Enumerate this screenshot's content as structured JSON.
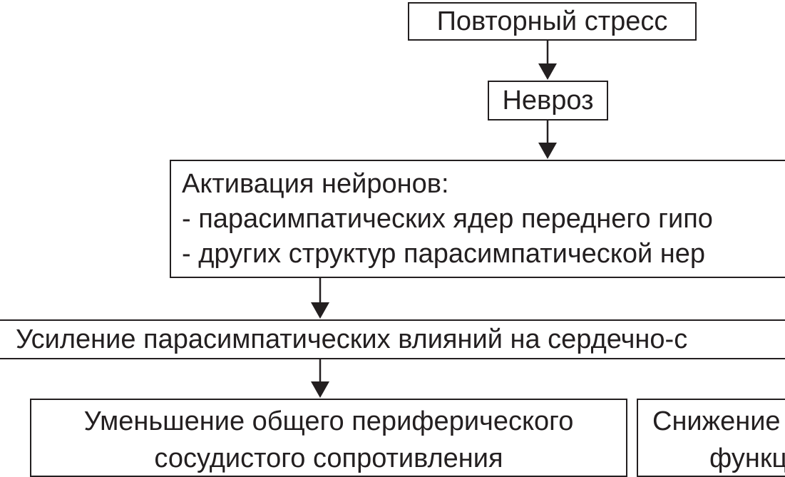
{
  "diagram": {
    "nodes": {
      "stress": {
        "label": "Повторный стресс"
      },
      "neurosis": {
        "label": "Невроз"
      },
      "activation": {
        "lines": [
          "Активация нейронов:",
          "- парасимпатических ядер переднего гипо",
          "- других структур парасимпатической нер"
        ]
      },
      "enhance": {
        "label": "Усиление парасимпатических влияний на сердечно-с"
      },
      "resist": {
        "lines": [
          "Уменьшение общего периферического",
          "сосудистого сопротивления"
        ]
      },
      "decrease": {
        "lines": [
          "Снижение",
          "функц"
        ]
      }
    },
    "edges": [
      {
        "from": "stress",
        "to": "neurosis"
      },
      {
        "from": "neurosis",
        "to": "activation"
      },
      {
        "from": "activation",
        "to": "enhance"
      },
      {
        "from": "enhance",
        "to": "resist"
      }
    ],
    "colors": {
      "stroke": "#231f20",
      "background": "#ffffff"
    }
  }
}
